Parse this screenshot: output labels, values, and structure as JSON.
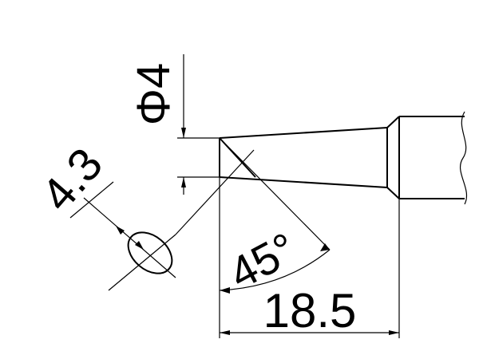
{
  "dimensions": {
    "tip_diameter": "Φ4",
    "bevel_width": "4.3",
    "bevel_angle": "45°",
    "tip_length": "18.5"
  }
}
